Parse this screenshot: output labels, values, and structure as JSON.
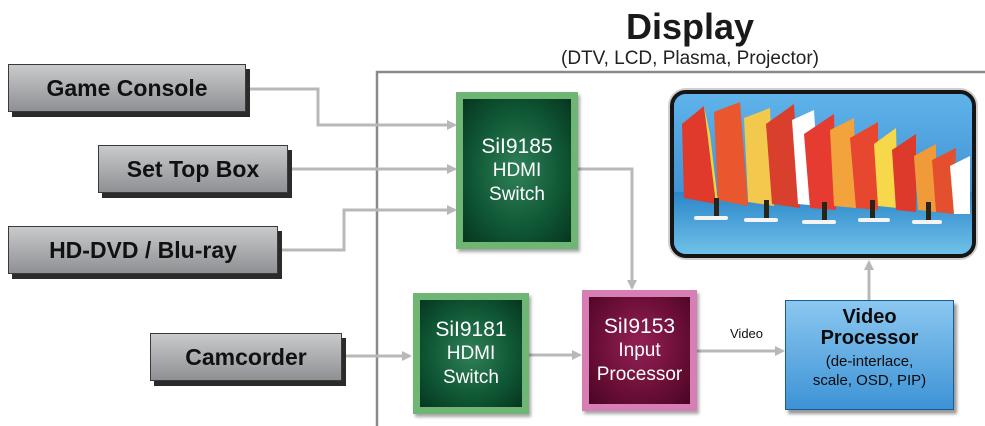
{
  "display": {
    "title": "Display",
    "subtitle": "(DTV, LCD, Plasma, Projector)"
  },
  "sources": {
    "game_console": "Game Console",
    "set_top_box": "Set Top Box",
    "hd_dvd": "HD-DVD / Blu-ray",
    "camcorder": "Camcorder"
  },
  "chips": {
    "sil9185": {
      "part": "SiI9185",
      "line1": "HDMI",
      "line2": "Switch"
    },
    "sil9181": {
      "part": "SiI9181",
      "line1": "HDMI",
      "line2": "Switch"
    },
    "sil9153": {
      "part": "SiI9153",
      "line1": "Input",
      "line2": "Processor"
    }
  },
  "video_processor": {
    "title1": "Video",
    "title2": "Processor",
    "desc1": "(de-interlace,",
    "desc2": "scale, OSD, PIP)"
  },
  "connection_label": "Video",
  "colors": {
    "chip_green": "#0f5634",
    "chip_pink": "#6a0e36",
    "processor_blue": "#3d93d6",
    "wire": "#b8b8b8"
  }
}
